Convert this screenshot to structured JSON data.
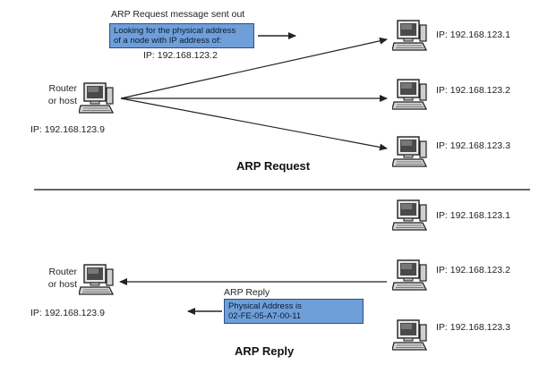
{
  "request": {
    "caption": "ARP Request message sent out",
    "box_line1": "Looking for the physical address",
    "box_line2": "of a node with IP address of:",
    "target_ip": "IP: 192.168.123.2",
    "heading": "ARP Request",
    "sender": {
      "line1": "Router",
      "line2": "or host",
      "ip": "IP: 192.168.123.9"
    },
    "hosts": [
      "IP: 192.168.123.1",
      "IP: 192.168.123.2",
      "IP: 192.168.123.3"
    ]
  },
  "reply": {
    "caption": "ARP Reply",
    "box_line1": "Physical Address is",
    "box_line2": "02-FE-05-A7-00-11",
    "heading": "ARP Reply",
    "receiver": {
      "line1": "Router",
      "line2": "or host",
      "ip": "IP: 192.168.123.9"
    },
    "hosts": [
      "IP: 192.168.123.1",
      "IP: 192.168.123.2",
      "IP: 192.168.123.3"
    ]
  },
  "colors": {
    "message_box": "#6f9fd8",
    "message_border": "#2b4f86",
    "line": "#222222"
  },
  "icons": {
    "computer": "desktop-computer-icon"
  }
}
